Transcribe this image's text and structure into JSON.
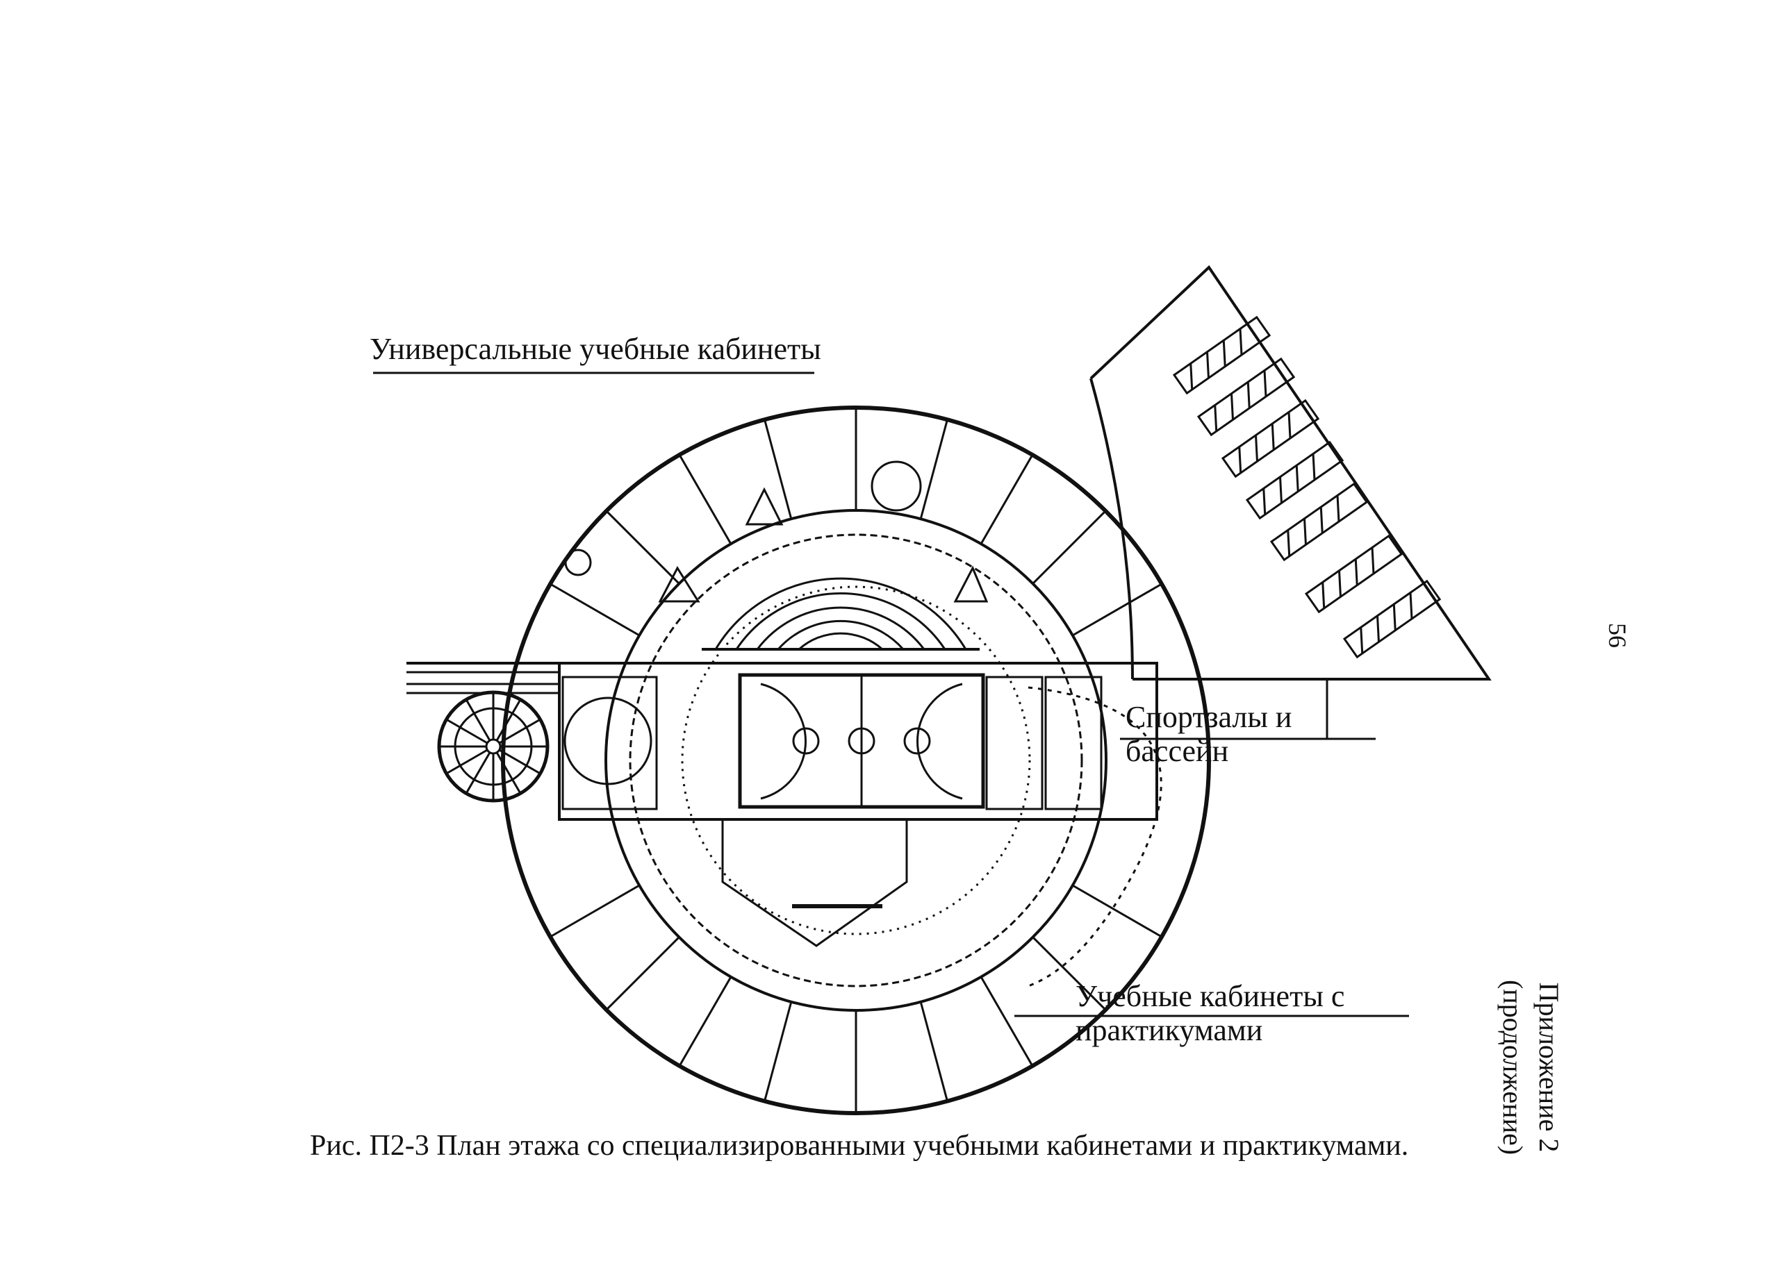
{
  "labels": {
    "universal_classrooms": "Универсальные учебные кабинеты",
    "sports_line1": "Спортзалы и",
    "sports_line2": "бассейн",
    "practicum_line1": "Учебные кабинеты с",
    "practicum_line2": "практикумами"
  },
  "caption": "Рис. П2-3 План этажа со специализированными учебными кабинетами и практикумами.",
  "page_number": "56",
  "appendix": {
    "title": "Приложение 2",
    "subtitle": "(продолжение)"
  }
}
